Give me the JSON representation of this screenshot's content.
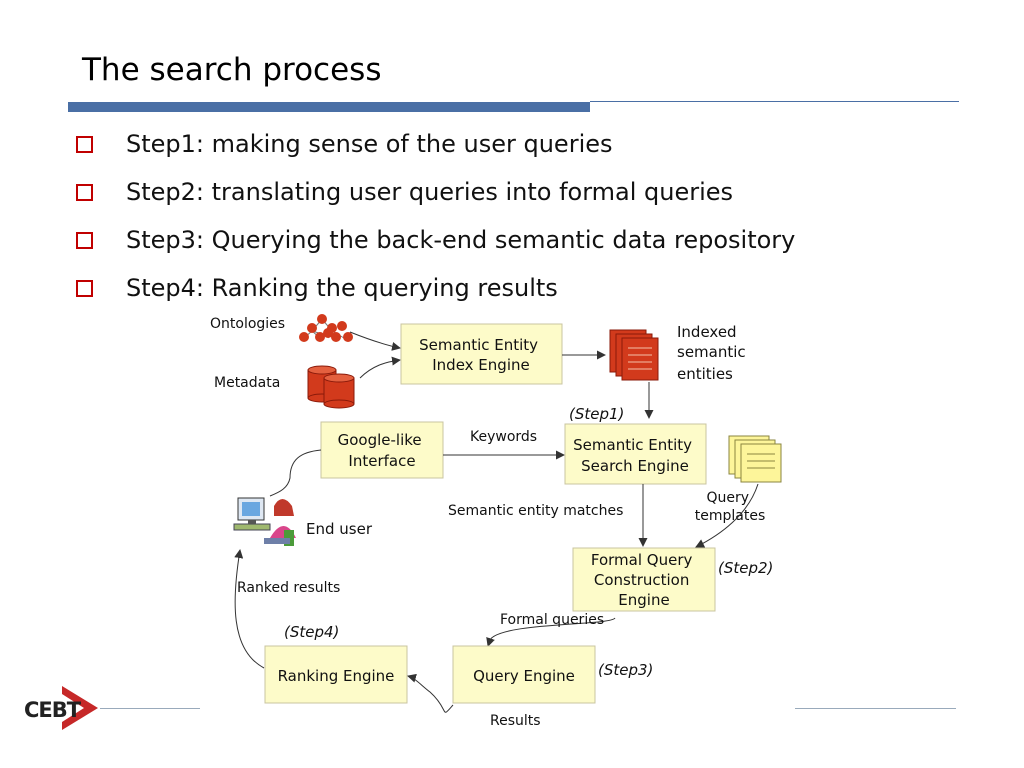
{
  "slide": {
    "title": "The search process",
    "bullets": [
      "Step1: making sense of the user queries",
      "Step2: translating user queries into formal queries",
      "Step3: Querying the back-end semantic data repository",
      "Step4: Ranking the querying results"
    ]
  },
  "diagram": {
    "inputs": {
      "ontologies": "Ontologies",
      "metadata": "Metadata"
    },
    "boxes": {
      "index_engine": [
        "Semantic Entity",
        "Index Engine"
      ],
      "interface": [
        "Google-like",
        "Interface"
      ],
      "search_engine": [
        "Semantic Entity",
        "Search Engine"
      ],
      "formal_query": [
        "Formal Query",
        "Construction",
        "Engine"
      ],
      "query_engine": "Query Engine",
      "ranking_engine": "Ranking Engine"
    },
    "labels": {
      "indexed": [
        "Indexed",
        "semantic",
        "entities"
      ],
      "keywords": "Keywords",
      "entity_matches": "Semantic entity matches",
      "query_templates": [
        "Query",
        "templates"
      ],
      "end_user": "End user",
      "ranked_results": "Ranked results",
      "formal_queries": "Formal queries",
      "results": "Results"
    },
    "steps": {
      "step1": "(Step1)",
      "step2": "(Step2)",
      "step3": "(Step3)",
      "step4": "(Step4)"
    }
  },
  "logo": {
    "text": "CEBT"
  },
  "colors": {
    "accent_red": "#c00000",
    "title_bar": "#4a6fa5",
    "box_fill": "#fdfbc9",
    "box_border": "#c9c5a0",
    "doc_red": "#d23a1c"
  }
}
